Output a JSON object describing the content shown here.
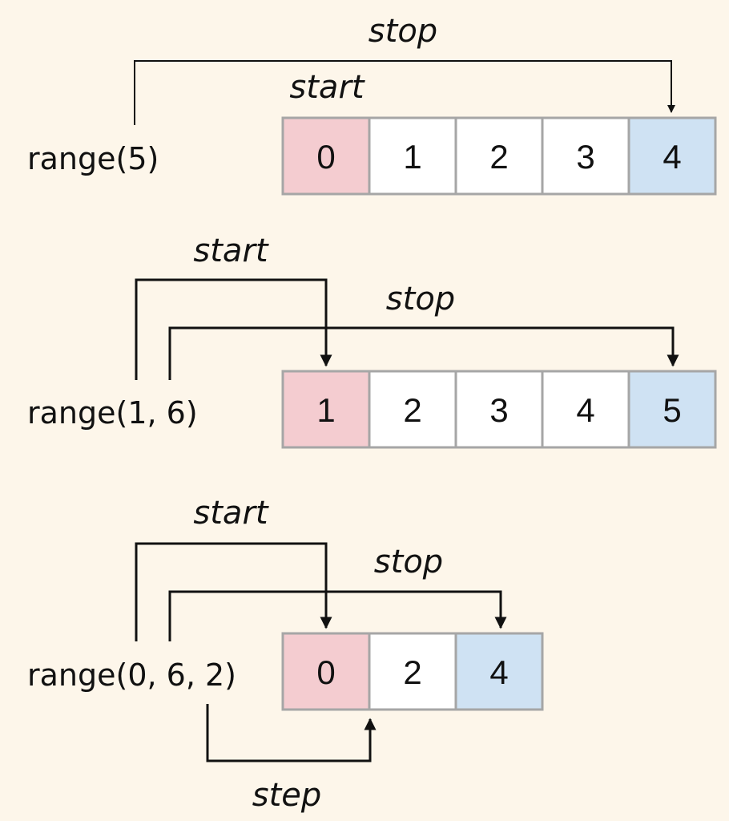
{
  "colors": {
    "background": "#fdf6ea",
    "start_cell": "#f4ccd0",
    "stop_cell": "#cfe2f3",
    "plain_cell": "#ffffff",
    "cell_border": "#a6a6a6",
    "line": "#111111"
  },
  "examples": [
    {
      "call": "range(5)",
      "values": [
        "0",
        "1",
        "2",
        "3",
        "4"
      ],
      "start_label": "start",
      "stop_label": "stop"
    },
    {
      "call": "range(1, 6)",
      "values": [
        "1",
        "2",
        "3",
        "4",
        "5"
      ],
      "start_label": "start",
      "stop_label": "stop"
    },
    {
      "call": "range(0, 6, 2)",
      "values": [
        "0",
        "2",
        "4"
      ],
      "start_label": "start",
      "stop_label": "stop",
      "step_label": "step"
    }
  ]
}
